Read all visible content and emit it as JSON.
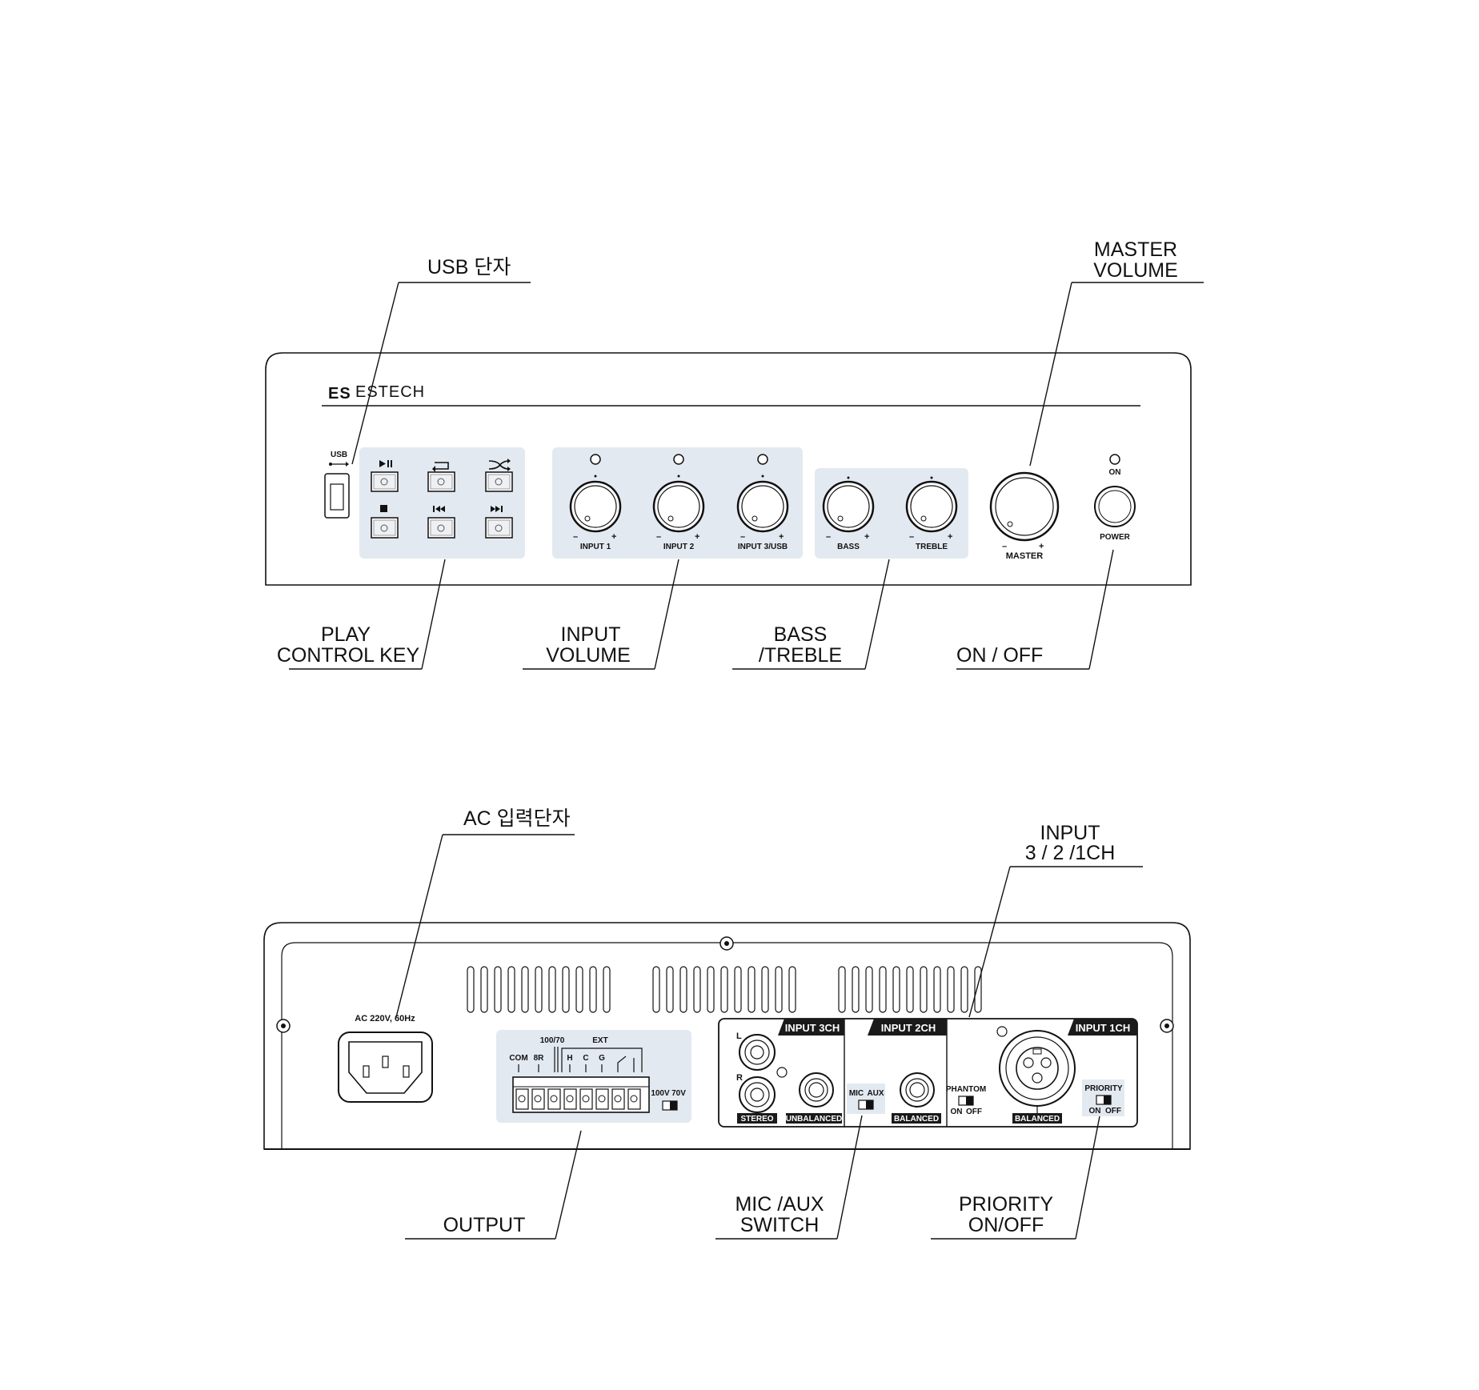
{
  "front": {
    "brand": "ESTECH",
    "usb_small": "USB",
    "knob_labels": [
      "INPUT 1",
      "INPUT 2",
      "INPUT 3/USB",
      "BASS",
      "TREBLE"
    ],
    "master_label": "MASTER",
    "on_label": "ON",
    "power_label": "POWER",
    "minus": "–",
    "plus": "+"
  },
  "front_callouts": {
    "usb": "USB 단자",
    "master": [
      "MASTER",
      "VOLUME"
    ],
    "play": [
      "PLAY",
      "CONTROL KEY"
    ],
    "input_volume": [
      "INPUT",
      "VOLUME"
    ],
    "bass_treble": [
      "BASS",
      "/TREBLE"
    ],
    "onoff": "ON / OFF"
  },
  "rear": {
    "ac_label": "AC 220V, 60Hz",
    "term_100_70": "100/70",
    "term_ext": "EXT",
    "term_com": "COM",
    "term_8r": "8R",
    "term_h": "H",
    "term_c": "C",
    "term_g": "G",
    "sw_100v": "100V",
    "sw_70v": "70V",
    "input3": "INPUT 3CH",
    "input2": "INPUT 2CH",
    "input1": "INPUT 1CH",
    "l": "L",
    "r": "R",
    "stereo": "STEREO",
    "unbalanced": "UNBALANCED",
    "balanced": "BALANCED",
    "mic": "MIC",
    "aux": "AUX",
    "phantom": "PHANTOM",
    "on": "ON",
    "off": "OFF",
    "priority": "PRIORITY"
  },
  "rear_callouts": {
    "ac": "AC 입력단자",
    "input": [
      "INPUT",
      "3 / 2 /1CH"
    ],
    "output": "OUTPUT",
    "micaux": [
      "MIC /AUX",
      "SWITCH"
    ],
    "priority": [
      "PRIORITY",
      "ON/OFF"
    ]
  },
  "colors": {
    "panel_fill": "#e3e9f1",
    "line": "#111111",
    "bar": "#1a1a1a"
  }
}
